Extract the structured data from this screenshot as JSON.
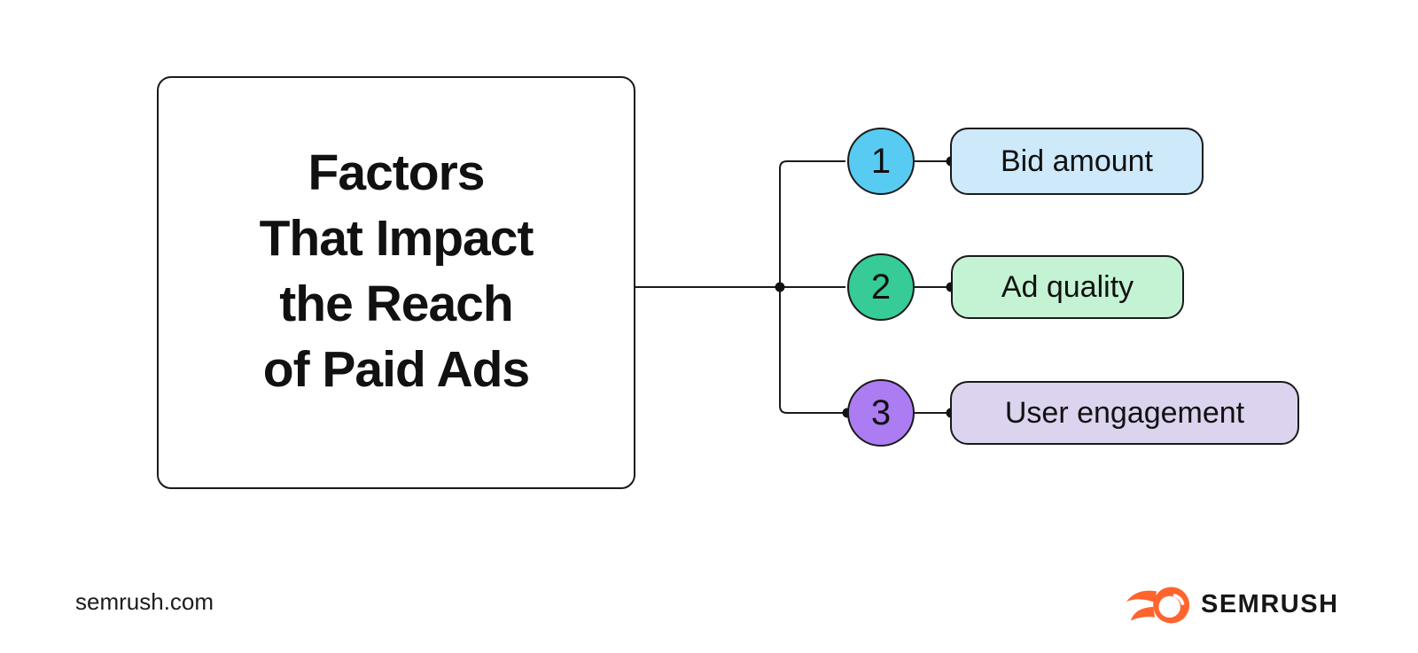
{
  "diagram": {
    "title": {
      "lines": [
        "Factors",
        "That Impact",
        "the Reach",
        "of Paid Ads"
      ]
    },
    "nodes": [
      {
        "number": "1",
        "label": "Bid amount",
        "circle_color": "#58CBF2",
        "box_color": "#CDE9FA"
      },
      {
        "number": "2",
        "label": "Ad quality",
        "circle_color": "#36CB97",
        "box_color": "#C4F3D3"
      },
      {
        "number": "3",
        "label": "User engagement",
        "circle_color": "#AB7CF2",
        "box_color": "#DCD3EE"
      }
    ],
    "line_color": "#1a1a1a"
  },
  "footer": {
    "site": "semrush.com",
    "logo_text": "SEMRUSH",
    "logo_color": "#FF642D"
  }
}
